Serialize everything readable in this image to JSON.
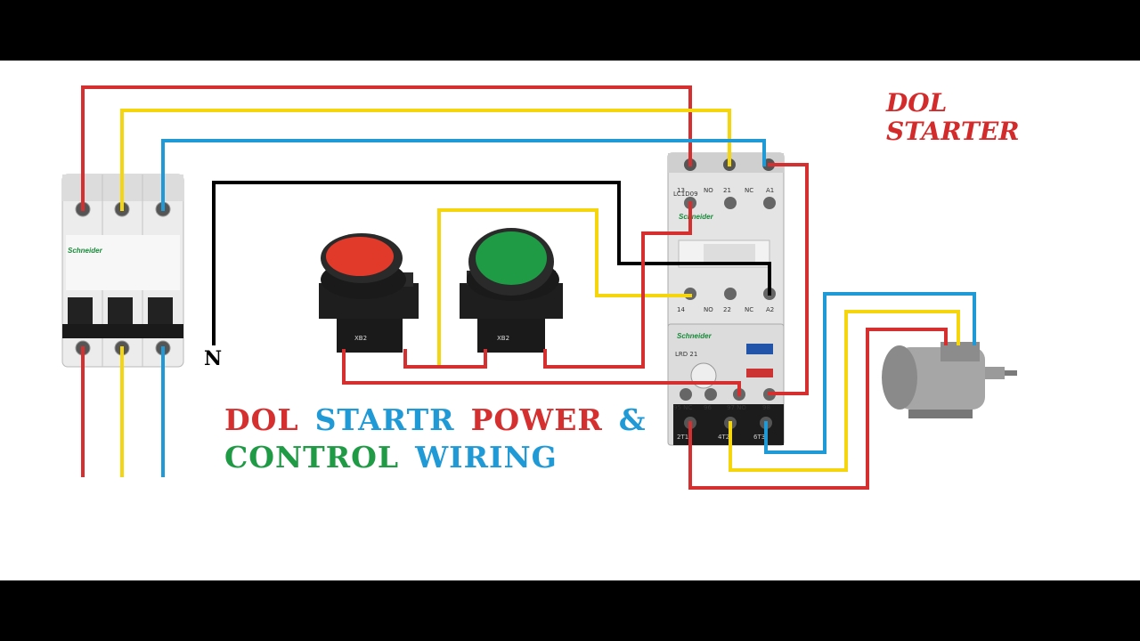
{
  "diagram": {
    "corner_title_line1": "DOL",
    "corner_title_line2": "STARTER",
    "neutral_label": "N",
    "title": {
      "line1": [
        "DOL",
        "STARTR",
        "POWER",
        "&"
      ],
      "line2": [
        "CONTROL",
        "WIRING"
      ]
    },
    "device_text": {
      "mcb_brand": "Schneider",
      "contactor_brand": "Schneider",
      "contactor_model": "LC1D09",
      "relay_brand": "Schneider",
      "relay_model": "LRD 21",
      "aux_top": [
        "13",
        "NO",
        "21",
        "NC",
        "A1"
      ],
      "aux_bottom": [
        "14",
        "NO",
        "22",
        "NC",
        "A2"
      ],
      "out_terminals": [
        "2T1",
        "4T2",
        "6T3"
      ],
      "relay_contacts": [
        "95 NC",
        "96",
        "97 NO",
        "98"
      ],
      "button_marking": "XB2"
    }
  },
  "colors": {
    "red": "#d62f2f",
    "yellow": "#f5d60e",
    "blue": "#1f9ad6",
    "green": "#1f9a45",
    "black": "#000000"
  }
}
